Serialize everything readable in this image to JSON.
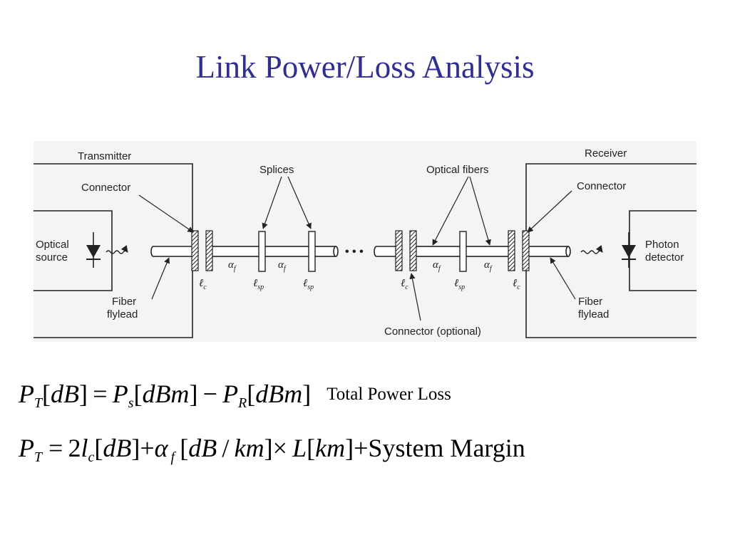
{
  "title": "Link Power/Loss Analysis",
  "diagram": {
    "transmitter": "Transmitter",
    "receiver": "Receiver",
    "connector_left": "Connector",
    "connector_right": "Connector",
    "splices": "Splices",
    "optical_fibers": "Optical fibers",
    "optical_source": [
      "Optical",
      "source"
    ],
    "photon_detector": [
      "Photon",
      "detector"
    ],
    "fiber_flylead_left": [
      "Fiber",
      "flylead"
    ],
    "fiber_flylead_right": [
      "Fiber",
      "flylead"
    ],
    "connector_optional": "Connector (optional)",
    "dots": "• • •",
    "sym_loss": "ℓ",
    "sub_c": "c",
    "sub_sp": "sp",
    "sym_alpha": "α",
    "sub_f": "f"
  },
  "equations": {
    "eq1_note": "Total Power Loss",
    "system_margin": "System Margin"
  }
}
